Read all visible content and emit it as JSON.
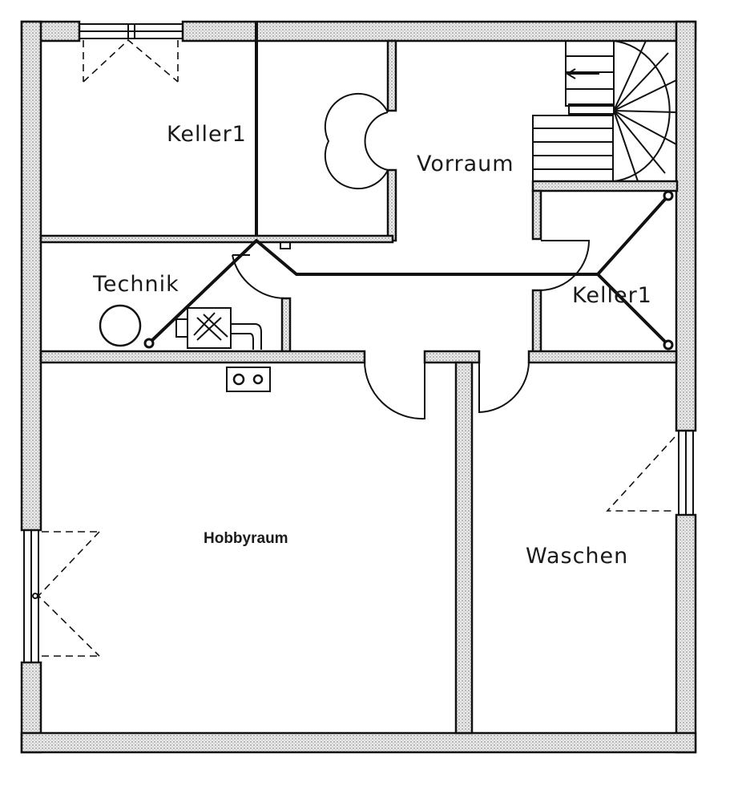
{
  "rooms": {
    "keller_left": "Keller1",
    "vorraum": "Vorraum",
    "technik": "Technik",
    "keller_right": "Keller1",
    "hobbyraum": "Hobbyraum",
    "waschen": "Waschen"
  },
  "colors": {
    "line": "#111111",
    "wall_fill": "#e6e6e6",
    "background": "#ffffff"
  }
}
